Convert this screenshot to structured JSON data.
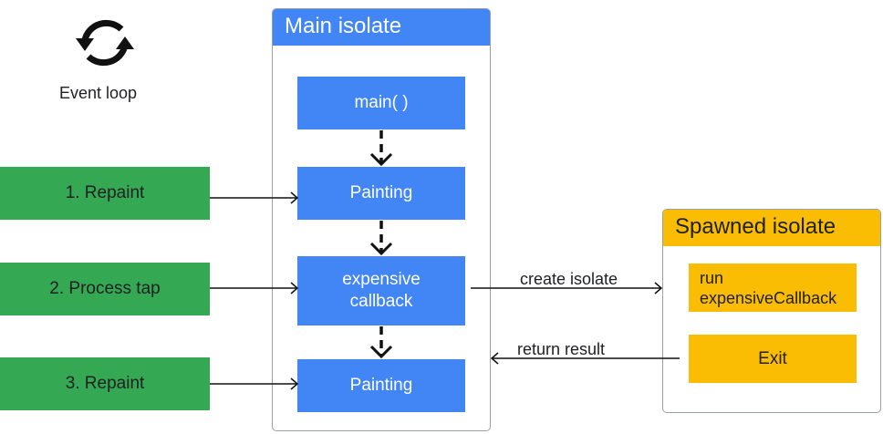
{
  "event_loop": {
    "icon": "sync-icon",
    "label": "Event loop"
  },
  "main_isolate": {
    "title": "Main isolate",
    "boxes": [
      "main( )",
      "Painting",
      "expensive\ncallback",
      "Painting"
    ]
  },
  "events": [
    "1. Repaint",
    "2. Process tap",
    "3. Repaint"
  ],
  "spawned_isolate": {
    "title": "Spawned isolate",
    "run": "run\nexpensiveCallback",
    "exit": "Exit"
  },
  "arrows": {
    "create": "create isolate",
    "return": "return result"
  },
  "colors": {
    "blue": "#4285f4",
    "green": "#34a853",
    "yellow": "#fbbc04"
  }
}
